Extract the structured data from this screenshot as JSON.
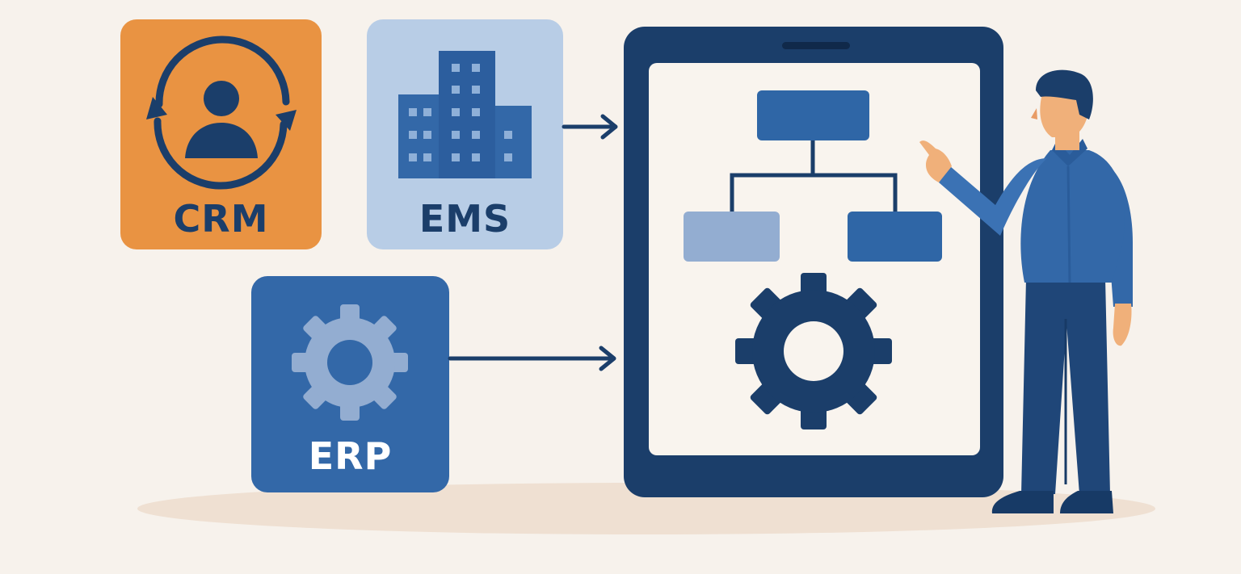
{
  "systems": {
    "crm": {
      "label": "CRM"
    },
    "ems": {
      "label": "EMS"
    },
    "erp": {
      "label": "ERP"
    }
  },
  "colors": {
    "background": "#f7f2ec",
    "orange": "#e99342",
    "light_blue": "#b8cde6",
    "medium_blue": "#3368a8",
    "navy": "#1b3e6a",
    "screen": "#f9f4ee"
  },
  "icons": [
    "user-cycle-icon",
    "building-icon",
    "gear-icon",
    "org-chart-icon",
    "arrow-right-icon"
  ]
}
